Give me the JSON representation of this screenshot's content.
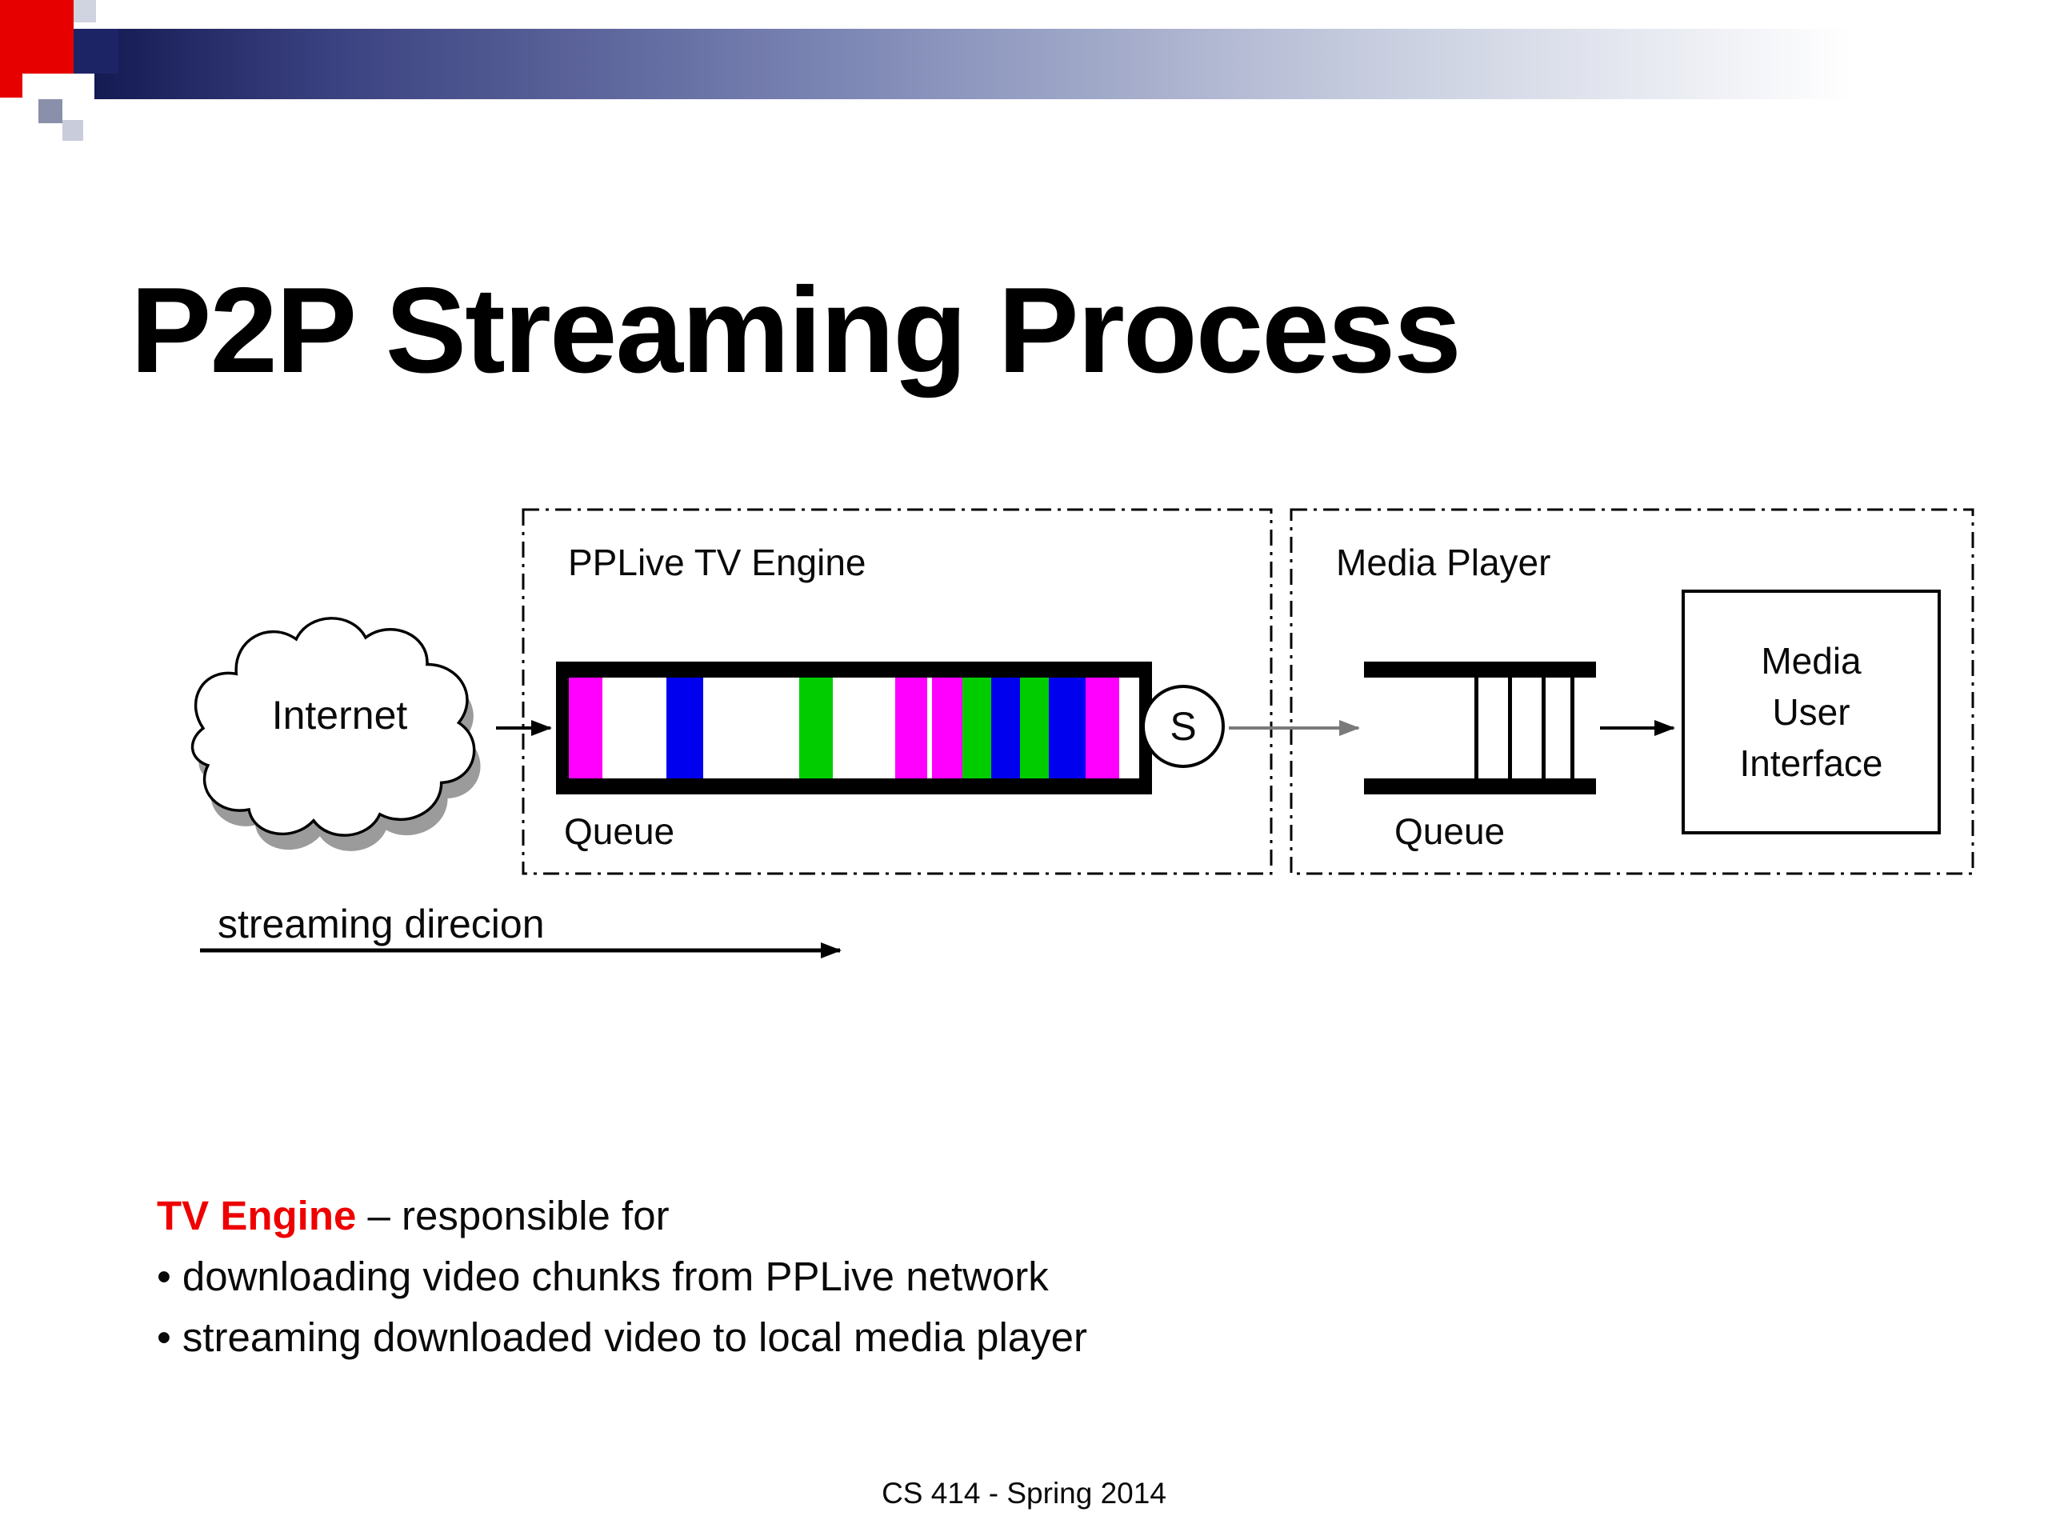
{
  "slide": {
    "title": "P2P Streaming Process",
    "footer": "CS 414 - Spring 2014"
  },
  "diagram": {
    "internet_label": "Internet",
    "streaming_direction_label": "streaming direcion",
    "tv_engine": {
      "title": "PPLive TV Engine",
      "queue_label": "Queue",
      "server_label": "S",
      "queue_segments": [
        {
          "color": "#ff00ff",
          "width": 42
        },
        {
          "color": "#ffffff",
          "width": 80
        },
        {
          "color": "#0000ee",
          "width": 46
        },
        {
          "color": "#ffffff",
          "width": 120
        },
        {
          "color": "#00cc00",
          "width": 42
        },
        {
          "color": "#ffffff",
          "width": 78
        },
        {
          "color": "#ff00ff",
          "width": 40
        },
        {
          "color": "#ffffff",
          "width": 6
        },
        {
          "color": "#ff00ff",
          "width": 38
        },
        {
          "color": "#00cc00",
          "width": 36
        },
        {
          "color": "#0000ee",
          "width": 36
        },
        {
          "color": "#00cc00",
          "width": 36
        },
        {
          "color": "#0000ee",
          "width": 46
        },
        {
          "color": "#ff00ff",
          "width": 42
        },
        {
          "color": "#ffffff",
          "width": 25
        }
      ]
    },
    "media_player": {
      "title": "Media Player",
      "queue_label": "Queue",
      "queue_tick_positions": [
        138,
        180,
        222,
        258
      ],
      "mui_lines": [
        "Media",
        "User",
        "Interface"
      ]
    }
  },
  "notes": {
    "bullet_char": "•",
    "heading_accent": "TV Engine",
    "heading_rest": " – responsible for",
    "bullets": [
      "downloading video chunks from PPLive network",
      "streaming downloaded video to local media player"
    ]
  },
  "colors": {
    "accent_red": "#ee0000",
    "header_red": "#e60000",
    "header_navy": "#141a52",
    "chunk_magenta": "#ff00ff",
    "chunk_blue": "#0000ee",
    "chunk_green": "#00cc00"
  }
}
